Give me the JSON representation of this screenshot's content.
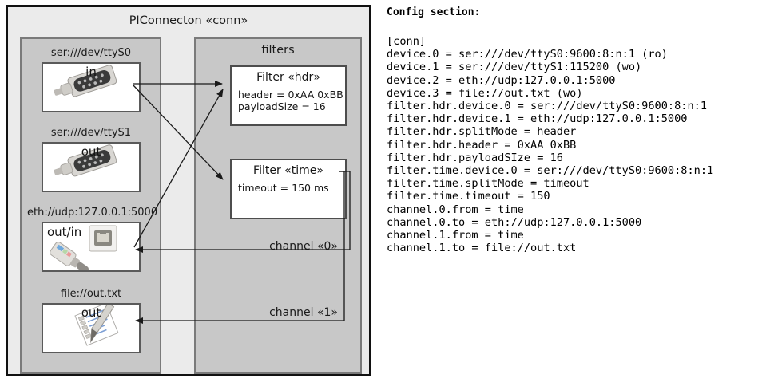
{
  "diagram": {
    "outer": {
      "title": "PIConnecton «conn»"
    },
    "devices_group": {
      "title": ""
    },
    "filters_group": {
      "title": "filters"
    },
    "devices": [
      {
        "label": "ser:///dev/ttyS0",
        "direction": "in",
        "icon": "serial-port-icon"
      },
      {
        "label": "ser:///dev/ttyS1",
        "direction": "out",
        "icon": "serial-port-icon"
      },
      {
        "label": "eth://udp:127.0.0.1:5000",
        "direction": "out/in",
        "icon": "ethernet-icon"
      },
      {
        "label": "file://out.txt",
        "direction": "out",
        "icon": "text-file-icon"
      }
    ],
    "filters": [
      {
        "title": "Filter «hdr»",
        "props": [
          "header = 0xAA 0xBB",
          "payloadSize = 16"
        ]
      },
      {
        "title": "Filter «time»",
        "props": [
          "timeout = 150 ms"
        ]
      }
    ],
    "channels": [
      {
        "label": "channel «0»"
      },
      {
        "label": "channel «1»"
      }
    ],
    "colors": {
      "outer_bg": "#ebebeb",
      "group_bg": "#c8c8c8",
      "box_bg": "#ffffff",
      "outer_border": "#111111",
      "group_border": "#7a7a7a",
      "arrow": "#1a1a1a"
    }
  },
  "config": {
    "heading": "Config section:",
    "lines": [
      "[conn]",
      "device.0 = ser:///dev/ttyS0:9600:8:n:1 (ro)",
      "device.1 = ser:///dev/ttyS1:115200 (wo)",
      "device.2 = eth://udp:127.0.0.1:5000",
      "device.3 = file://out.txt (wo)",
      "filter.hdr.device.0 = ser:///dev/ttyS0:9600:8:n:1",
      "filter.hdr.device.1 = eth://udp:127.0.0.1:5000",
      "filter.hdr.splitMode = header",
      "filter.hdr.header = 0xAA 0xBB",
      "filter.hdr.payloadSIze = 16",
      "filter.time.device.0 = ser:///dev/ttyS0:9600:8:n:1",
      "filter.time.splitMode = timeout",
      "filter.time.timeout = 150",
      "channel.0.from = time",
      "channel.0.to = eth://udp:127.0.0.1:5000",
      "channel.1.from = time",
      "channel.1.to = file://out.txt"
    ]
  }
}
